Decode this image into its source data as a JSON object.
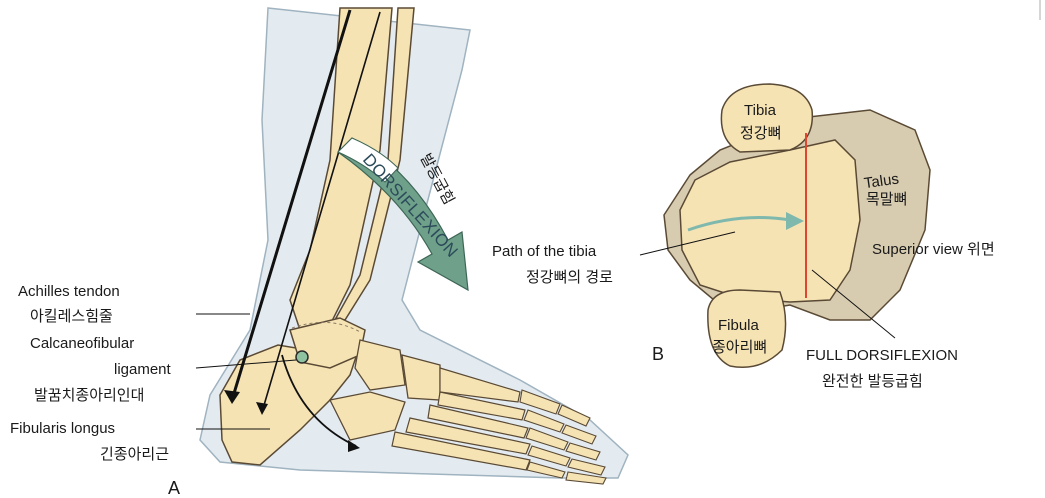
{
  "panel_a": {
    "letter": "A",
    "labels": {
      "achilles_en": "Achilles tendon",
      "achilles_ko": "아킬레스힘줄",
      "calc_en_1": "Calcaneofibular",
      "calc_en_2": "ligament",
      "calc_ko": "발꿈치종아리인대",
      "fibularis_en": "Fibularis longus",
      "fibularis_ko": "긴종아리근"
    },
    "motion_arrow": {
      "en": "DORSIFLEXION",
      "ko": "발등굽힘"
    }
  },
  "panel_b": {
    "letter": "B",
    "labels": {
      "tibia_en": "Tibia",
      "tibia_ko": "정강뼈",
      "talus_en": "Talus",
      "talus_ko": "목말뼈",
      "fibula_en": "Fibula",
      "fibula_ko": "종아리뼈",
      "path_en": "Path of the tibia",
      "path_ko": "정강뼈의 경로",
      "superior_view": "Superior view 위면",
      "full_en": "FULL DORSIFLEXION",
      "full_ko": "완전한 발등굽힘"
    }
  },
  "colors": {
    "bone": "#f6e3b4",
    "bone_outline": "#5a4a35",
    "skin": "#e4ebf0",
    "talus_fill": "#d8ccb0",
    "arrow_green": "#6ea08a",
    "tibia_path": "#7fb8ad",
    "red_line": "#e0452f"
  }
}
